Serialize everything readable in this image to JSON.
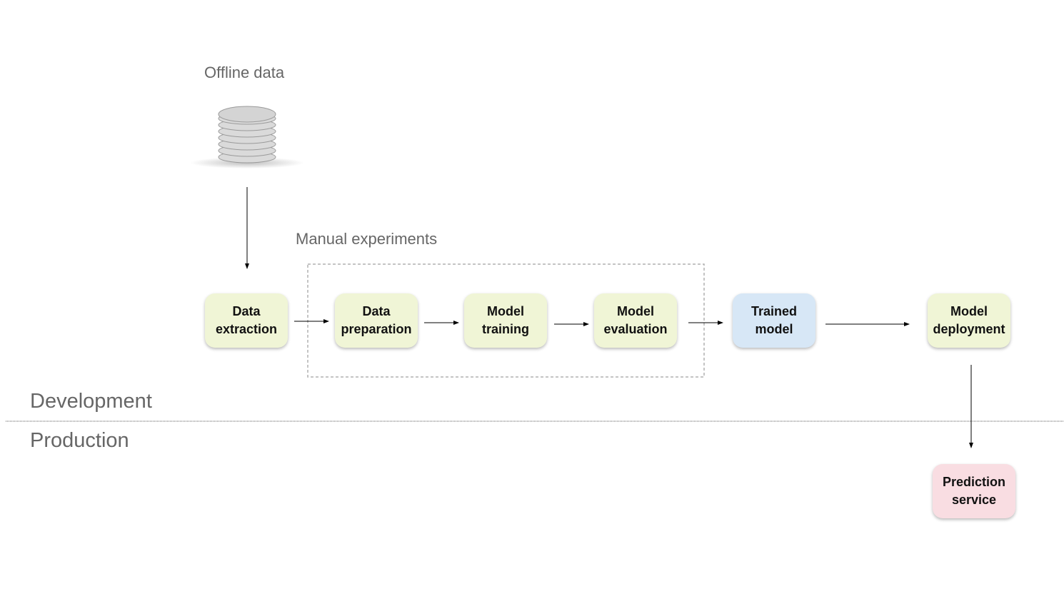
{
  "labels": {
    "offline_data": "Offline data",
    "manual_experiments": "Manual experiments",
    "development": "Development",
    "production": "Production"
  },
  "nodes": {
    "data_extraction": {
      "line1": "Data",
      "line2": "extraction"
    },
    "data_preparation": {
      "line1": "Data",
      "line2": "preparation"
    },
    "model_training": {
      "line1": "Model",
      "line2": "training"
    },
    "model_evaluation": {
      "line1": "Model",
      "line2": "evaluation"
    },
    "trained_model": {
      "line1": "Trained",
      "line2": "model"
    },
    "model_deployment": {
      "line1": "Model",
      "line2": "deployment"
    },
    "prediction_service": {
      "line1": "Prediction",
      "line2": "service"
    }
  },
  "colors": {
    "step": "#f0f5d6",
    "artifact": "#d7e7f6",
    "service": "#f9dde2",
    "muted_text": "#666666"
  }
}
